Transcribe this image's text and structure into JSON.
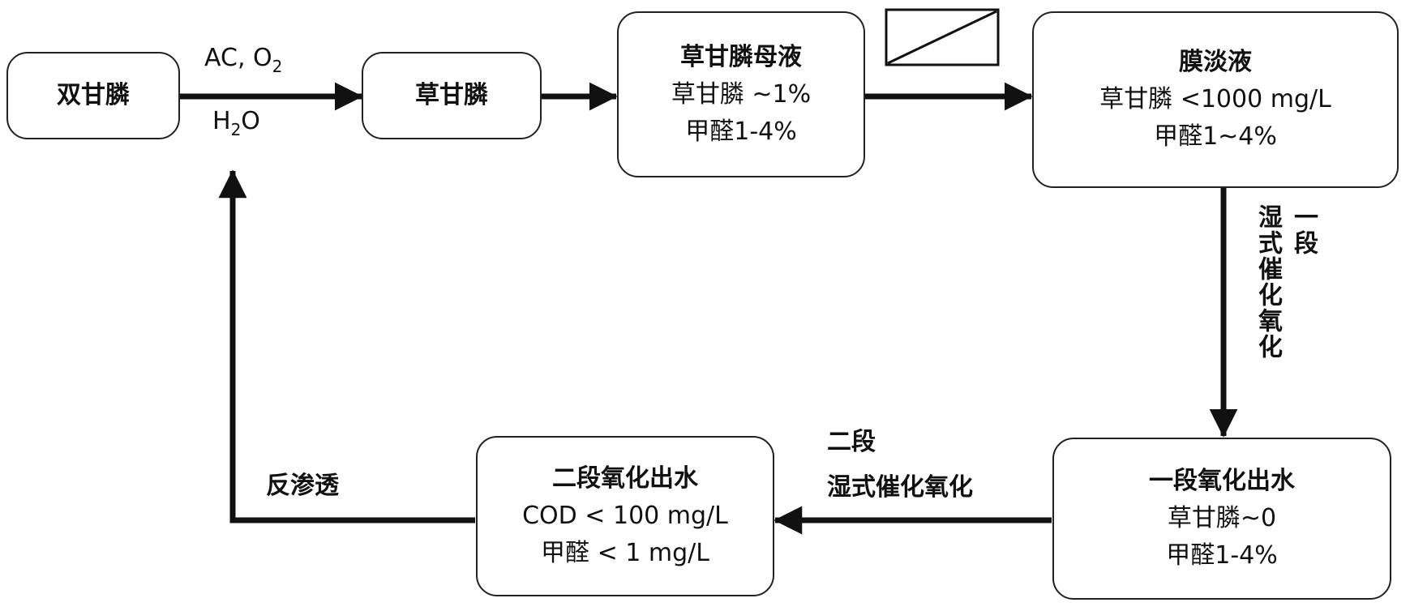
{
  "nodes": {
    "bisglyphosate": {
      "title": "双甘膦",
      "lines": []
    },
    "glyphosate": {
      "title": "草甘膦",
      "lines": []
    },
    "mother_liquor": {
      "title": "草甘膦母液",
      "lines": [
        "草甘膦 ~1%",
        "甲醛1-4%"
      ]
    },
    "membrane_dilute": {
      "title": "膜淡液",
      "lines": [
        "草甘膦 <1000 mg/L",
        "甲醛1~4%"
      ]
    },
    "stage1_effluent": {
      "title": "一段氧化出水",
      "lines": [
        "草甘膦~0",
        "甲醛1-4%"
      ]
    },
    "stage2_effluent": {
      "title": "二段氧化出水",
      "lines": [
        "COD < 100 mg/L",
        "甲醛 < 1 mg/L"
      ]
    }
  },
  "edge_labels": {
    "catalyst": "AC, O",
    "catalyst_sub": "2",
    "water_h": "H",
    "water_sub": "2",
    "water_o": "O",
    "stage1_col1": "一段",
    "stage1_col2": "湿式催化氧化",
    "stage2_line1": "二段",
    "stage2_line2": "湿式催化氧化",
    "reverse_osmosis": "反渗透"
  },
  "colors": {
    "stroke": "#111111",
    "box_border": "#222222"
  }
}
